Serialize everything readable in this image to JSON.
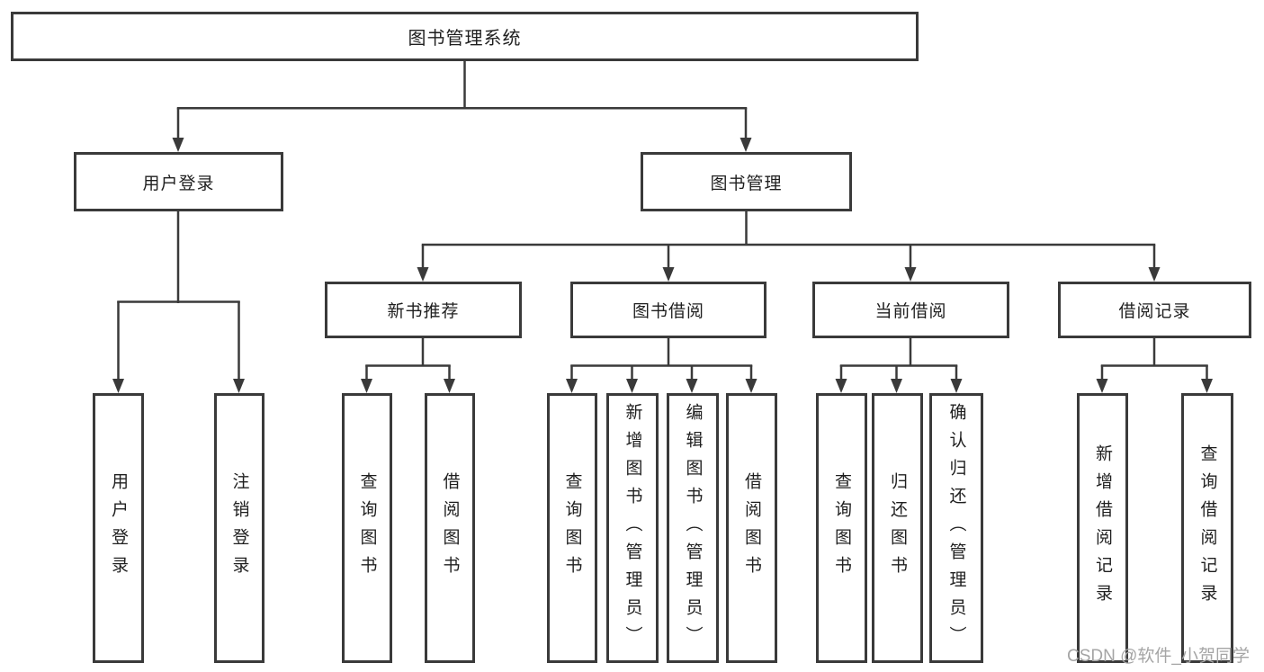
{
  "tree": {
    "root": {
      "label": "图书管理系统"
    },
    "branches": [
      {
        "label": "用户登录",
        "leaves": [
          {
            "label": "用户登录"
          },
          {
            "label": "注销登录"
          }
        ]
      },
      {
        "label": "图书管理",
        "groups": [
          {
            "label": "新书推荐",
            "leaves": [
              {
                "label": "查询图书"
              },
              {
                "label": "借阅图书"
              }
            ]
          },
          {
            "label": "图书借阅",
            "leaves": [
              {
                "label": "查询图书"
              },
              {
                "label": "新增图书（管理员）"
              },
              {
                "label": "编辑图书（管理员）"
              },
              {
                "label": "借阅图书"
              }
            ]
          },
          {
            "label": "当前借阅",
            "leaves": [
              {
                "label": "查询图书"
              },
              {
                "label": "归还图书"
              },
              {
                "label": "确认归还（管理员）"
              }
            ]
          },
          {
            "label": "借阅记录",
            "leaves": [
              {
                "label": "新增借阅记录"
              },
              {
                "label": "查询借阅记录"
              }
            ]
          }
        ]
      }
    ]
  },
  "watermark": {
    "text": "CSDN @软件_小贺同学"
  },
  "colors": {
    "line": "#3a3a3a",
    "box_border": "#3a3a3a",
    "text": "#1f1f1f",
    "watermark": "#a5a5a5",
    "background": "#ffffff"
  }
}
